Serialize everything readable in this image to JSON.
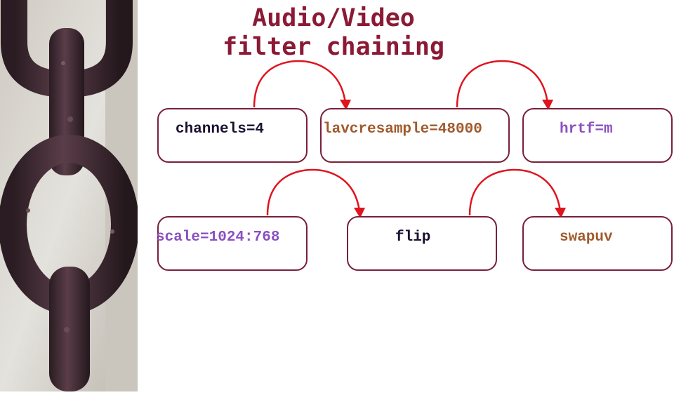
{
  "title": {
    "line1": "Audio/Video",
    "line2": "filter chaining",
    "color": "#8a1a35"
  },
  "colors": {
    "box_border": "#7a1f3a",
    "arrow": "#e0141e",
    "dark_text": "#1a1030",
    "brown_text": "#a05a2c",
    "purple_text": "#8a50c0"
  },
  "audio_chain": [
    {
      "label": "channels=4",
      "color": "#1a1030"
    },
    {
      "label": "lavcresample=48000",
      "color": "#a05a2c"
    },
    {
      "label": "hrtf=m",
      "color": "#8a50c0"
    }
  ],
  "video_chain": [
    {
      "label": "scale=1024:768",
      "color": "#8a50c0"
    },
    {
      "label": "flip",
      "color": "#1a1030"
    },
    {
      "label": "swapuv",
      "color": "#a05a2c"
    }
  ]
}
